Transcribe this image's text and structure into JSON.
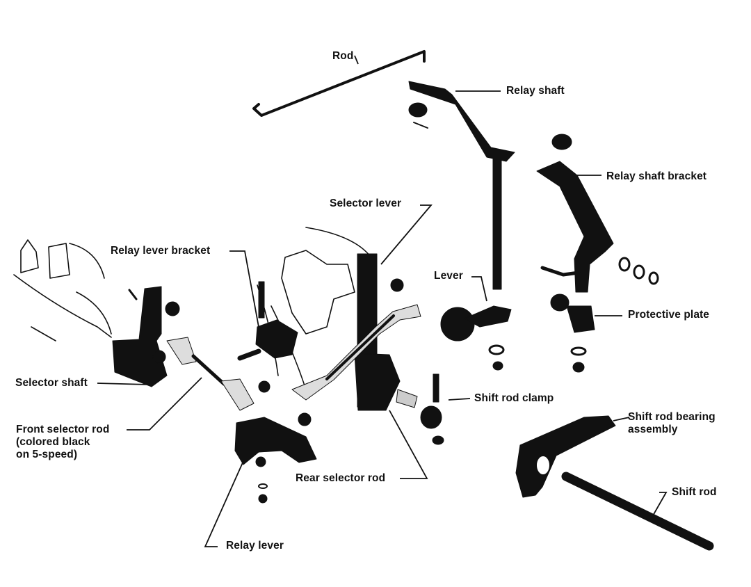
{
  "diagram": {
    "title": "Shift linkage exploded view",
    "ink_color": "#111111",
    "paper_color": "#ffffff",
    "labels": [
      {
        "id": "rod",
        "text": "Rod"
      },
      {
        "id": "relay-shaft",
        "text": "Relay shaft"
      },
      {
        "id": "relay-shaft-bracket",
        "text": "Relay shaft bracket"
      },
      {
        "id": "selector-lever",
        "text": "Selector lever"
      },
      {
        "id": "relay-lever-bracket",
        "text": "Relay lever bracket"
      },
      {
        "id": "lever",
        "text": "Lever"
      },
      {
        "id": "protective-plate",
        "text": "Protective plate"
      },
      {
        "id": "selector-shaft",
        "text": "Selector shaft"
      },
      {
        "id": "shift-rod-clamp",
        "text": "Shift rod clamp"
      },
      {
        "id": "front-selector-rod",
        "text": "Front selector rod\n(colored black\non 5-speed)"
      },
      {
        "id": "shift-rod-bearing-assembly",
        "text": "Shift rod bearing\nassembly"
      },
      {
        "id": "rear-selector-rod",
        "text": "Rear selector rod"
      },
      {
        "id": "shift-rod",
        "text": "Shift rod"
      },
      {
        "id": "relay-lever",
        "text": "Relay lever"
      }
    ]
  }
}
